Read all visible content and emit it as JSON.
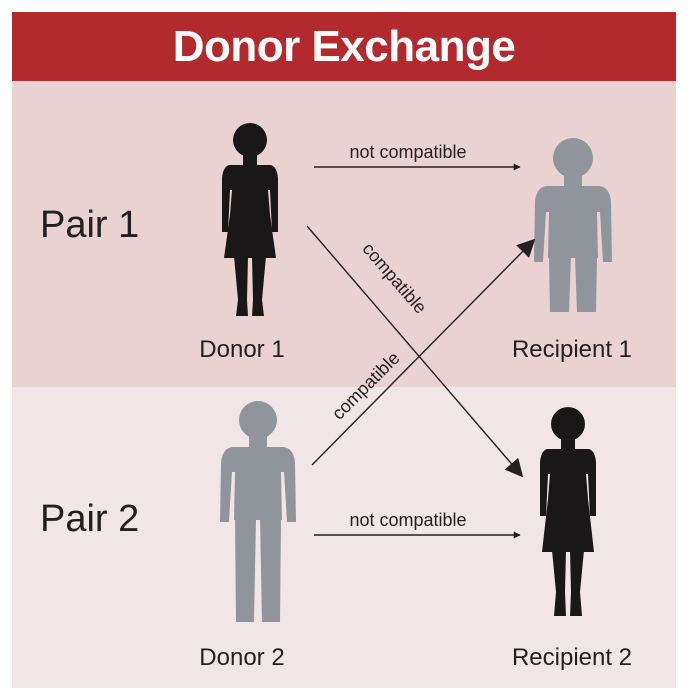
{
  "title": "Donor Exchange",
  "pairs": [
    {
      "label": "Pair 1",
      "donor": "Donor 1",
      "recipient": "Recipient 1"
    },
    {
      "label": "Pair 2",
      "donor": "Donor 2",
      "recipient": "Recipient 2"
    }
  ],
  "arrows": {
    "pair1_direct": "not compatible",
    "pair2_direct": "not compatible",
    "donor1_to_recipient2": "compatible",
    "donor2_to_recipient1": "compatible"
  },
  "colors": {
    "header": "#b22a2e",
    "pair1_band": "#ead1d2",
    "pair2_band": "#f0e6e7",
    "dark_figure": "#1a1718",
    "gray_figure": "#8f959a"
  }
}
